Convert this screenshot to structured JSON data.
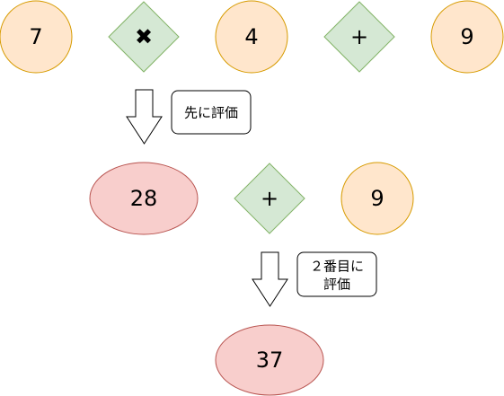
{
  "row1": {
    "operand_a": "7",
    "operator_a": "✖",
    "operand_b": "4",
    "operator_b": "+",
    "operand_c": "9"
  },
  "step1": {
    "note": "先に評価"
  },
  "row2": {
    "result": "28",
    "operator": "+",
    "operand": "9"
  },
  "step2": {
    "note_line1": "２番目に",
    "note_line2": "評価"
  },
  "row3": {
    "result": "37"
  },
  "colors": {
    "operand_fill": "#ffe6cc",
    "operand_stroke": "#d79b00",
    "operator_fill": "#d5e8d4",
    "operator_stroke": "#82b366",
    "result_fill": "#f8cecc",
    "result_stroke": "#b85450"
  }
}
